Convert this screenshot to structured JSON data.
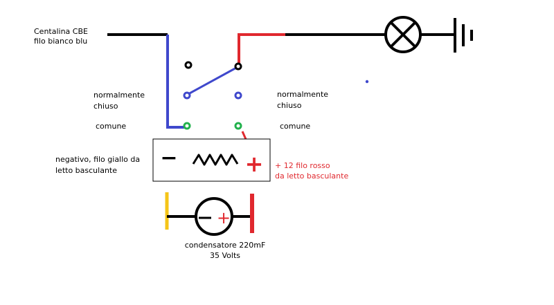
{
  "colors": {
    "black": "#000000",
    "blue": "#3f48cc",
    "red": "#e0282e",
    "green": "#22b14c",
    "yellow": "#f5c518"
  },
  "labels": {
    "centralina_line1": "Centalina CBE",
    "centralina_line2": "filo bianco blu",
    "nc_left_line1": "normalmente",
    "nc_left_line2": "chiuso",
    "nc_right_line1": "normalmente",
    "nc_right_line2": "chiuso",
    "comune_left": "comune",
    "comune_right": "comune",
    "negativo_line1": "negativo, filo giallo da",
    "negativo_line2": "letto basculante",
    "positivo_line1": "+ 12 filo rosso",
    "positivo_line2": "da letto basculante",
    "cap_line1": "condensatore 220mF",
    "cap_line2": "35 Volts"
  },
  "symbols": {
    "minus": "−",
    "plus": "+"
  }
}
